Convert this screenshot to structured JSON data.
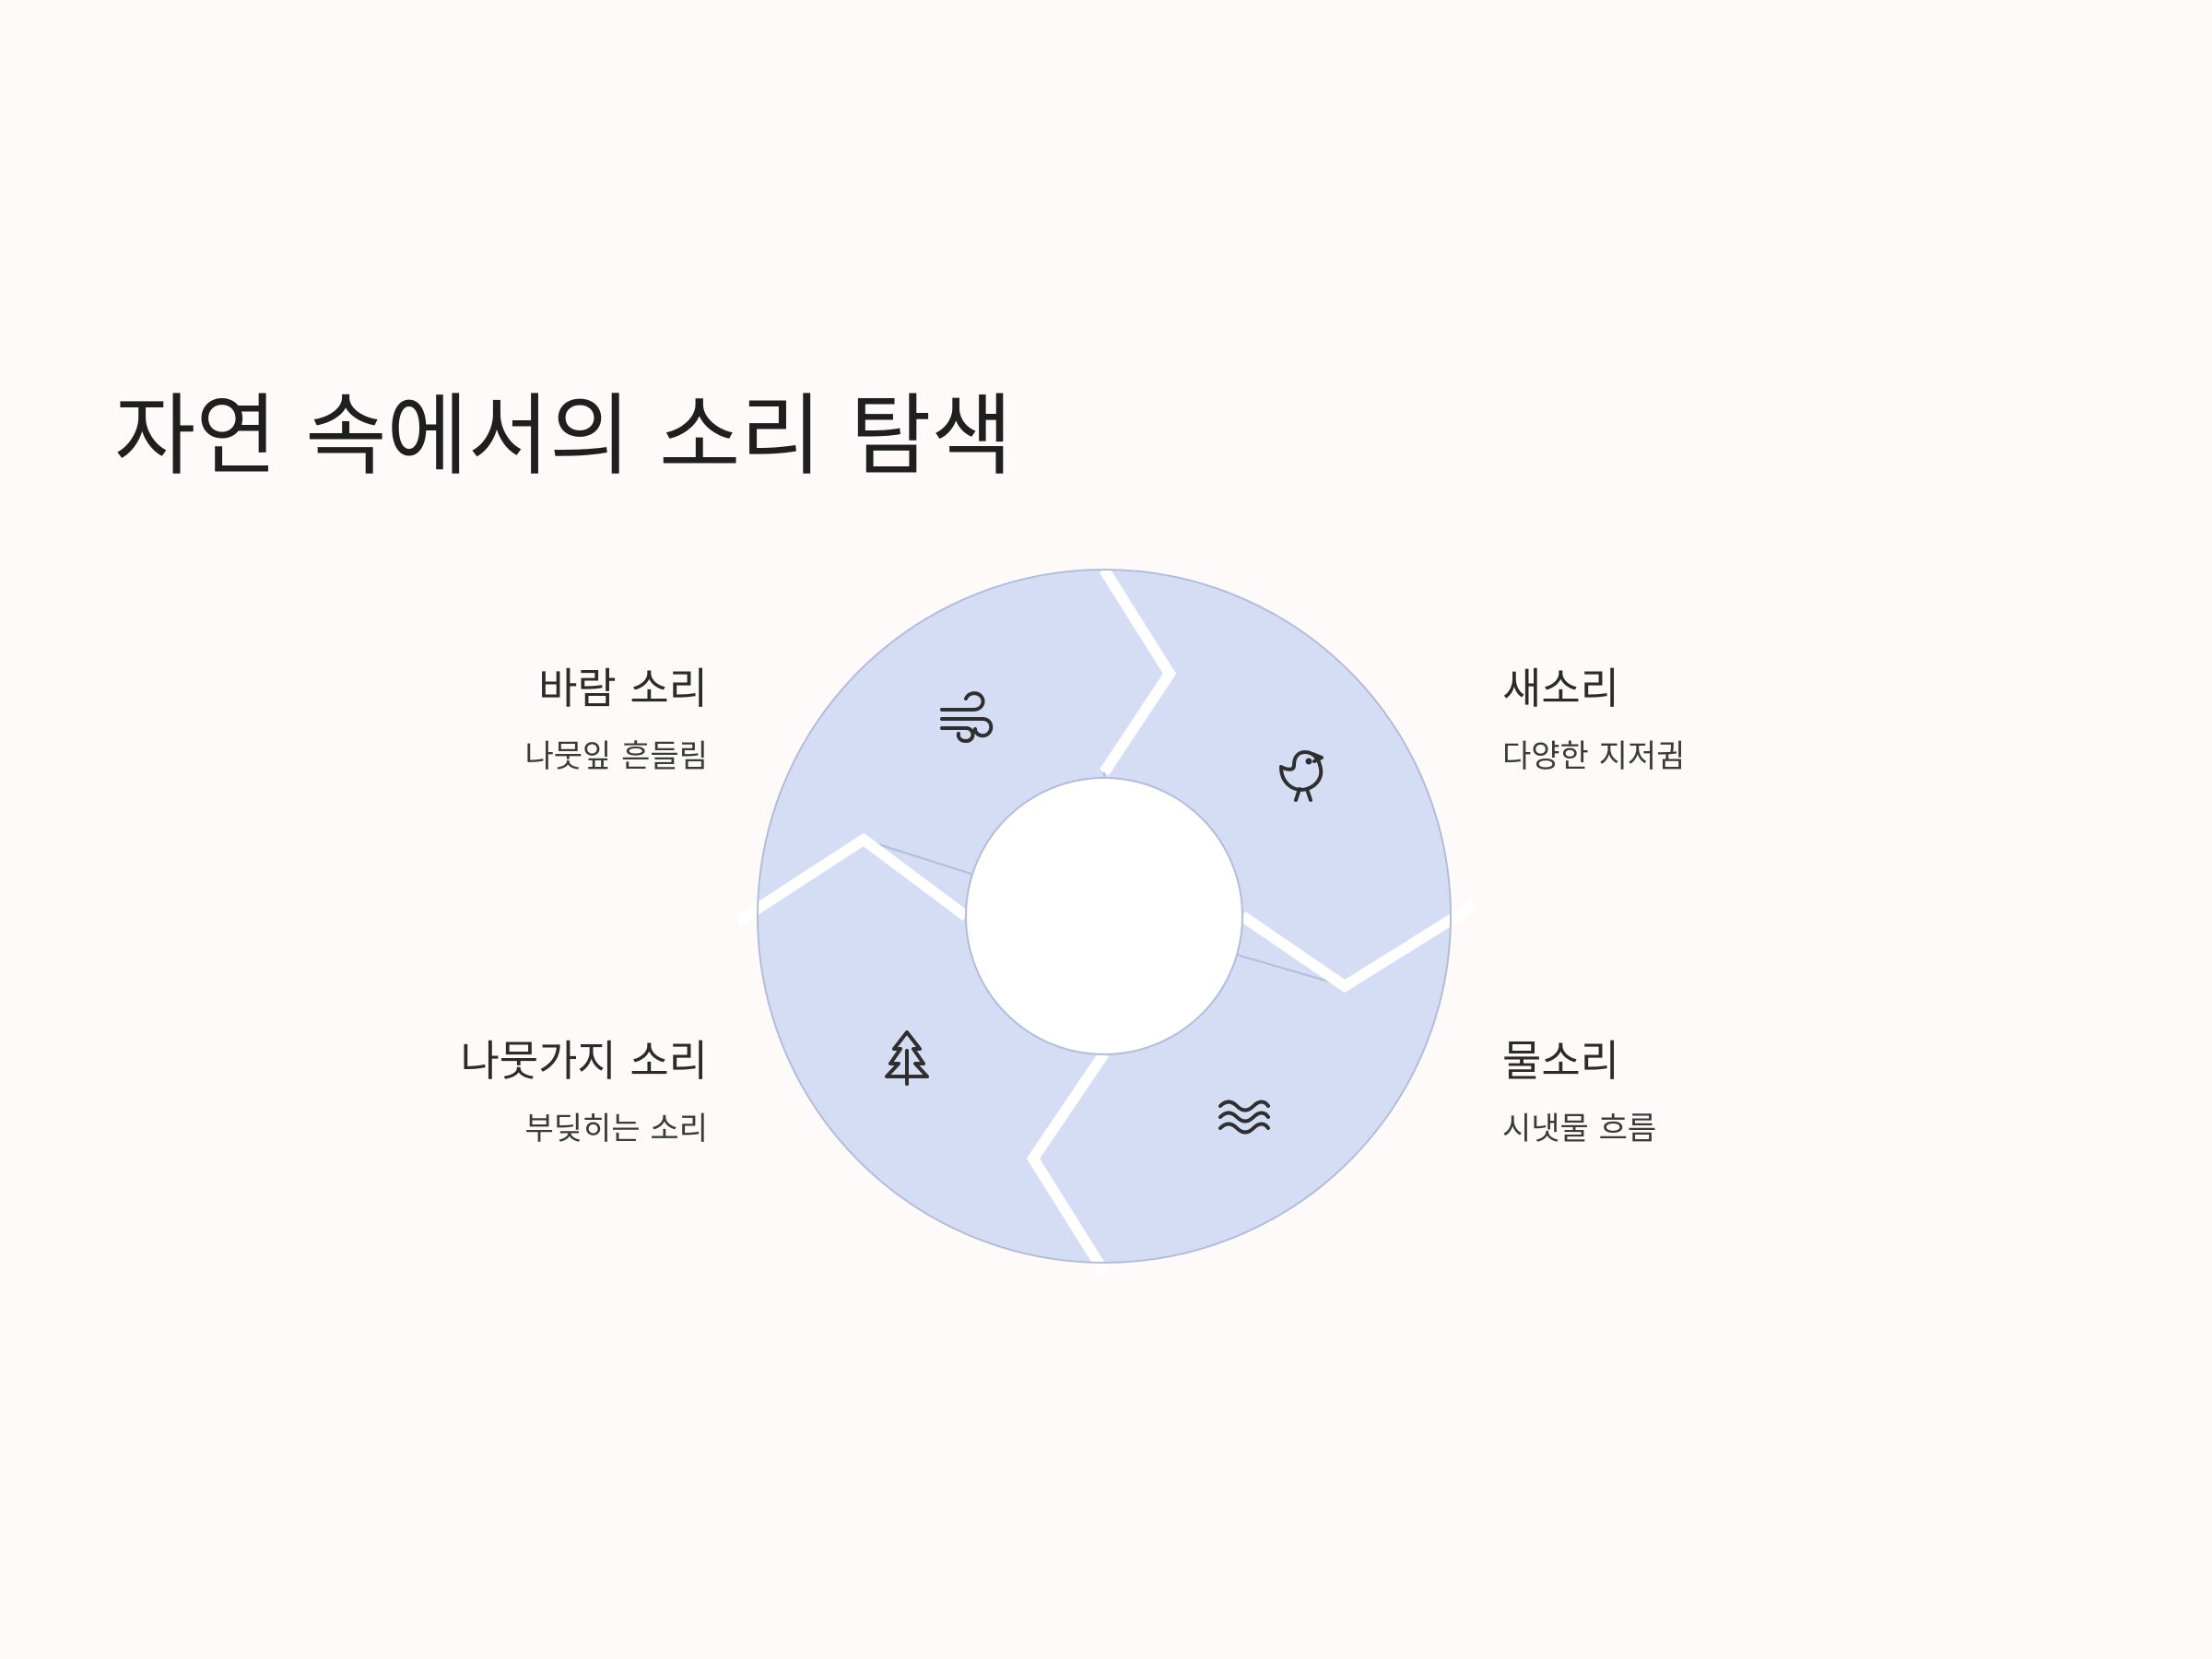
{
  "title": "자연 속에서의 소리 탐색",
  "colors": {
    "background": "#fffafa",
    "segment_fill": "#d5ddf4",
    "segment_stroke": "#b2bddb",
    "center_fill": "#ffffff",
    "icon_color": "#2f2f2f",
    "text_color": "#222222"
  },
  "segments": [
    {
      "icon": "wind-icon",
      "title": "바람 소리",
      "subtitle": "나뭇잎 흔들림"
    },
    {
      "icon": "bird-icon",
      "title": "새소리",
      "subtitle": "다양한 지저귐"
    },
    {
      "icon": "waves-icon",
      "title": "물소리",
      "subtitle": "시냇물 흐름"
    },
    {
      "icon": "tree-icon",
      "title": "나뭇가지 소리",
      "subtitle": "부딪히는 소리"
    }
  ]
}
